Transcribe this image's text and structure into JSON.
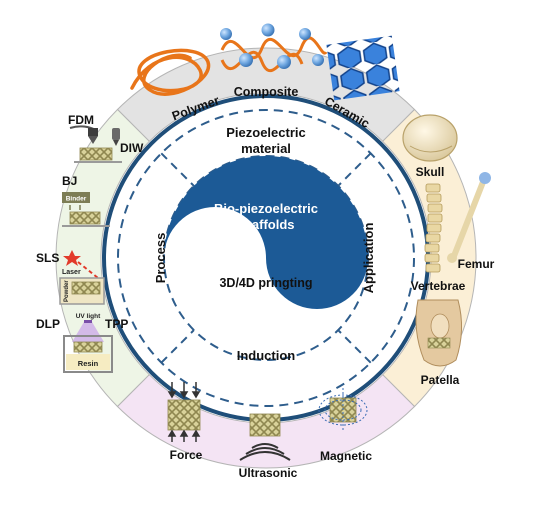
{
  "center": {
    "line1": "Bio-piezoelectric",
    "line2": "scaffolds",
    "bottom": "3D/4D pringting"
  },
  "ring": {
    "top_line1": "Piezoelectric",
    "top_line2": "material",
    "left": "Process",
    "right": "Application",
    "bottom": "Induction"
  },
  "materials": {
    "polymer": "Polymer",
    "composite": "Composite",
    "ceramic": "Ceramic"
  },
  "process": {
    "fdm": "FDM",
    "diw": "DIW",
    "bj": "BJ",
    "binder": "Binder",
    "sls": "SLS",
    "laser": "Laser",
    "powder": "Powder",
    "dlp": "DLP",
    "uv_light": "UV light",
    "tpp": "TPP",
    "resin": "Resin"
  },
  "application": {
    "skull": "Skull",
    "femur": "Femur",
    "vertebrae": "Vertebrae",
    "patella": "Patella"
  },
  "induction": {
    "force": "Force",
    "ultrasonic": "Ultrasonic",
    "magnetic": "Magnetic"
  },
  "colors": {
    "materials_bg": "#e3e3e3",
    "process_bg": "#eef5e6",
    "application_bg": "#fbefd6",
    "induction_bg": "#f4e4f4",
    "ring_blue": "#1f4e79",
    "dashed": "#2e5d8c",
    "yin_blue": "#1c5a96",
    "polymer_orange": "#e8751a",
    "composite_sphere": "#6ea6e0",
    "ceramic_hex": "#2f78d6",
    "scaffold": "#c8c07a"
  }
}
